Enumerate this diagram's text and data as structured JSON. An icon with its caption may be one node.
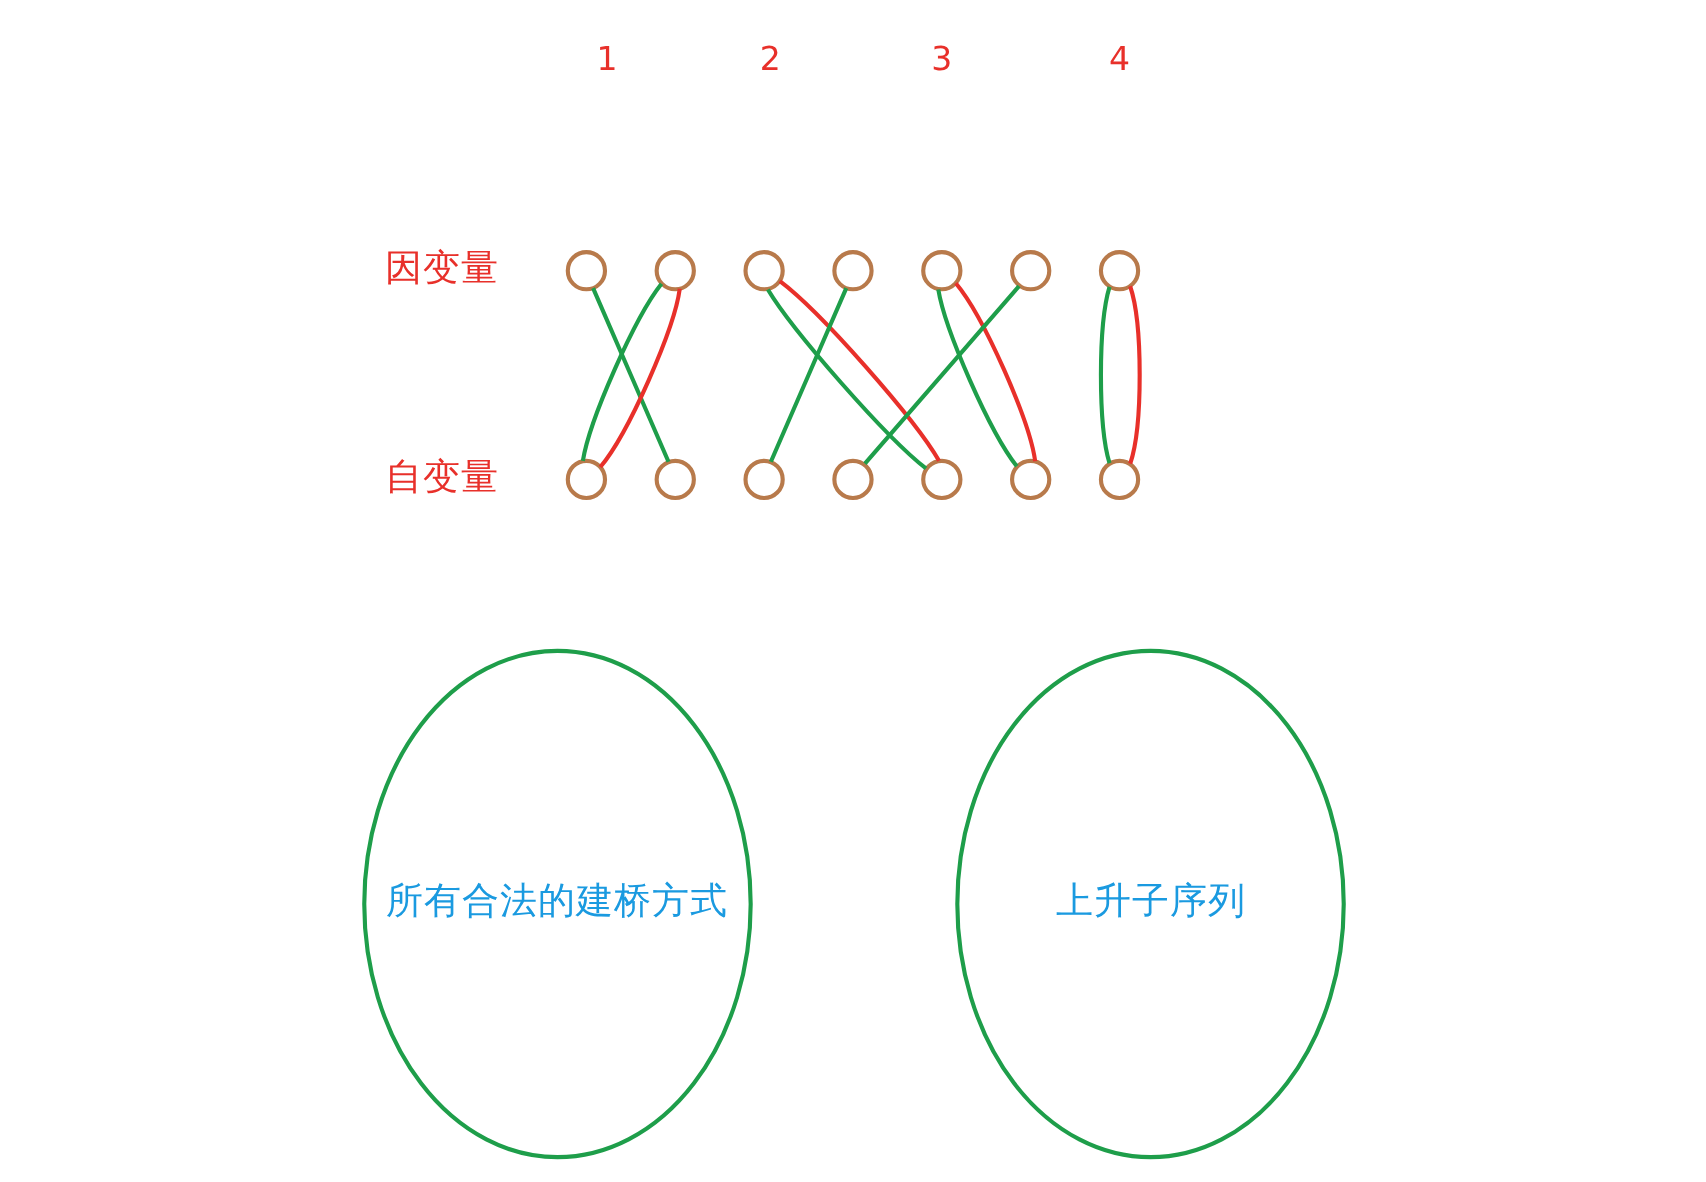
{
  "diagram": {
    "nodes": [
      {
        "text": [],
        "shape": "circle"
      },
      {
        "text": [],
        "shape": "circle"
      },
      {
        "text": [],
        "shape": "circle"
      },
      {
        "text": [],
        "shape": "circle"
      },
      {
        "text": [],
        "shape": "circle"
      },
      {
        "text": [],
        "shape": "circle"
      },
      {
        "text": [],
        "shape": "circle"
      },
      {
        "text": [],
        "shape": "circle"
      },
      {
        "text": [],
        "shape": "circle"
      },
      {
        "text": [],
        "shape": "circle"
      },
      {
        "text": [],
        "shape": "circle"
      },
      {
        "text": [],
        "shape": "circle"
      },
      {
        "text": [],
        "shape": "circle"
      },
      {
        "text": [],
        "shape": "circle"
      },
      {
        "text": [
          "所有合法的建桥方式"
        ]
      },
      {
        "text": [
          "上升子序列"
        ]
      }
    ],
    "edges": [
      {
        "from": 0,
        "to": 8,
        "arrow": "none"
      },
      {
        "from": 1,
        "to": 7,
        "arrow": "none"
      },
      {
        "from": 2,
        "to": 11,
        "arrow": "none"
      },
      {
        "from": 3,
        "to": 9,
        "arrow": "none"
      },
      {
        "from": 4,
        "to": 12,
        "arrow": "none"
      },
      {
        "from": 5,
        "to": 10,
        "arrow": "none"
      },
      {
        "from": 6,
        "to": 13,
        "arrow": "none"
      },
      {
        "from": 1,
        "to": 7,
        "arrow": "none",
        "color": "#e8302a"
      },
      {
        "from": 2,
        "to": 11,
        "arrow": "none",
        "color": "#e8302a"
      },
      {
        "from": 4,
        "to": 12,
        "arrow": "none",
        "color": "#e8302a"
      },
      {
        "from": 6,
        "to": 13,
        "arrow": "none",
        "color": "#e8302a"
      }
    ],
    "labels": [
      "因变量",
      "1",
      "2",
      "3",
      "4",
      "自变量"
    ]
  }
}
